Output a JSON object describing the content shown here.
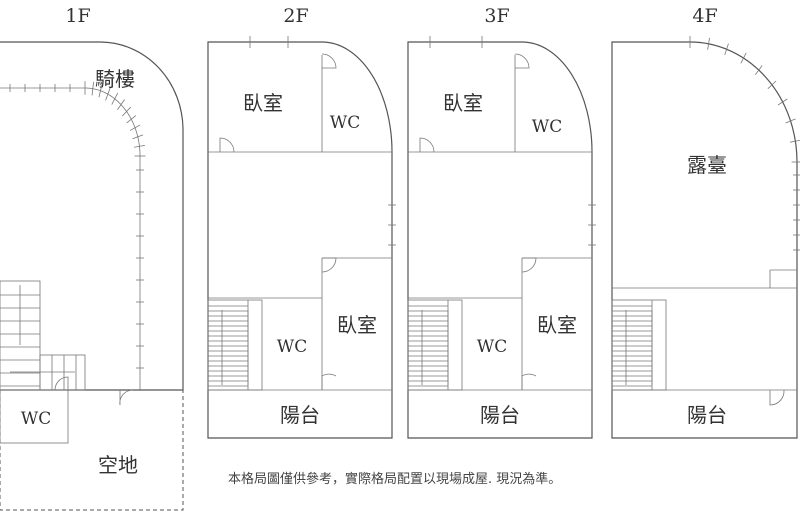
{
  "floors": [
    {
      "label": "1F",
      "rooms": {
        "arcade": "騎樓",
        "wc": "WC",
        "open_space": "空地"
      }
    },
    {
      "label": "2F",
      "rooms": {
        "bedroom_top": "臥室",
        "wc_top": "WC",
        "wc_bottom": "WC",
        "bedroom_bottom": "臥室",
        "balcony": "陽台"
      }
    },
    {
      "label": "3F",
      "rooms": {
        "bedroom_top": "臥室",
        "wc_top": "WC",
        "wc_bottom": "WC",
        "bedroom_bottom": "臥室",
        "balcony": "陽台"
      }
    },
    {
      "label": "4F",
      "rooms": {
        "terrace": "露臺",
        "balcony": "陽台"
      }
    }
  ],
  "disclaimer": "本格局圖僅供參考，實際格局配置以現場成屋. 現況為準。"
}
